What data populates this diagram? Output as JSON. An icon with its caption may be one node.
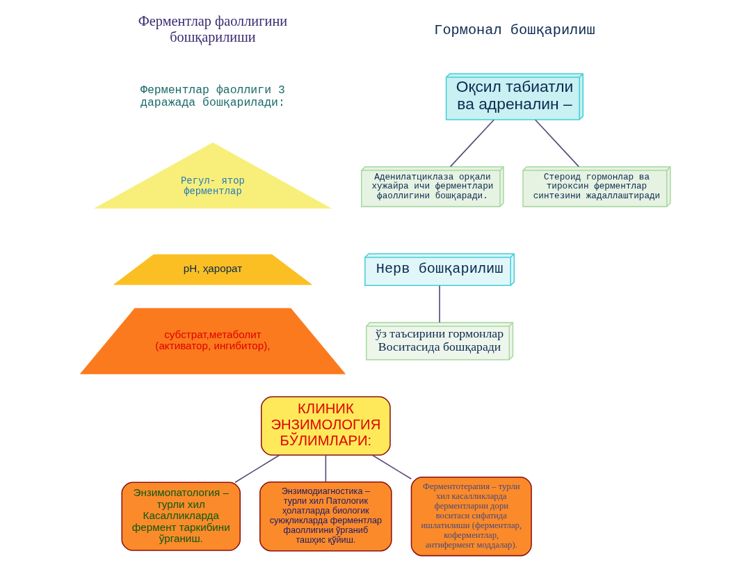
{
  "diagram": {
    "nodes": [
      {
        "text": [
          "Регул- ятор ферментлар"
        ]
      },
      {
        "text": [
          "pH, ҳарорат"
        ]
      },
      {
        "text": [
          "субстрат,метаболит (активатор, ингибитор),"
        ]
      },
      {
        "text": [
          "Оқсил табиатли ва адреналин –"
        ]
      },
      {
        "text": [
          "Аденилатциклаза орқали хужайра ичи ферментлари фаоллигини бошқаради."
        ]
      },
      {
        "text": [
          "Стероид гормонлар ва тироксин ферментлар синтезини жадаллаштиради"
        ]
      },
      {
        "text": [
          "Нерв бошқарилиш"
        ]
      },
      {
        "text": [
          "ўз таъсирини гормонлар Воситасида бошқаради"
        ]
      },
      {
        "text": [
          "КЛИНИК ЭНЗИМОЛОГИЯ БЎЛИМЛАРИ:"
        ]
      },
      {
        "text": [
          "Энзимопатология – турли хил Касалликларда фермент таркибини ўрганиш."
        ]
      },
      {
        "text": [
          "Энзимодиагностика – турли хил Патологик ҳолатларда биологик суюқликларда ферментлар фаоллигини ўрганиб ташҳис қўйиш."
        ]
      },
      {
        "text": [
          "Ферментотерапия – турли хил касалликларда ферментларни дори воситаси сифатида ишлатилиши (ферментлар, коферментлар, антифермент моддалар)."
        ]
      }
    ],
    "edges": [
      {
        "from": 3,
        "to": 4,
        "arrow": "none"
      },
      {
        "from": 3,
        "to": 5,
        "arrow": "none"
      },
      {
        "from": 6,
        "to": 7,
        "arrow": "none"
      },
      {
        "from": 8,
        "to": 9,
        "arrow": "none"
      },
      {
        "from": 8,
        "to": 10,
        "arrow": "none"
      },
      {
        "from": 8,
        "to": 11,
        "arrow": "none"
      }
    ],
    "labels": [
      "Ферментлар фаоллигини бошқарилиши",
      "Гормонал бошқарилиш",
      "Ферментлар фаоллиги 3 даражада бошқарилади:"
    ]
  }
}
